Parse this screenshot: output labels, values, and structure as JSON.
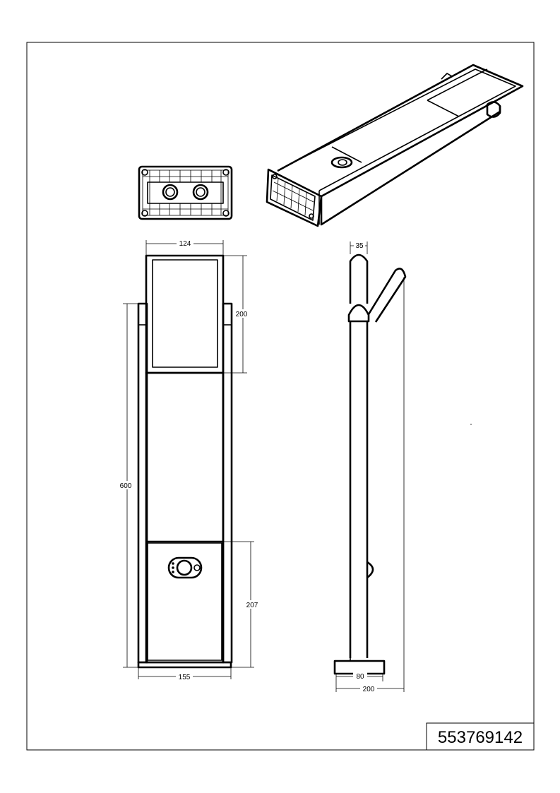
{
  "drawing": {
    "part_number": "553769142",
    "dimensions": {
      "head_width": "124",
      "head_height": "200",
      "total_height": "600",
      "base_width": "155",
      "sensor_box_height": "207",
      "side_thickness": "35",
      "side_base_width": "80",
      "side_total_depth": "200"
    }
  }
}
